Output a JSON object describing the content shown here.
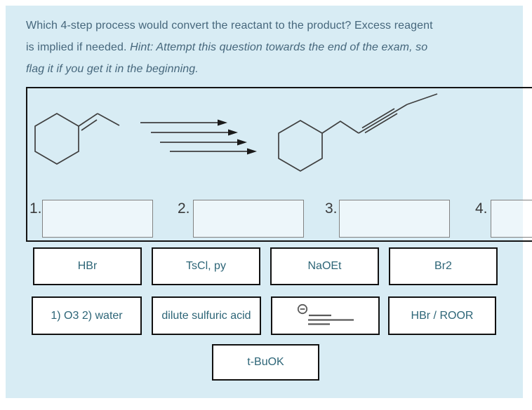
{
  "question": {
    "text_normal": "Which 4-step process would convert the reactant to the product? Excess reagent is implied if needed. ",
    "text_hint_italic": "Hint: Attempt this question towards the end of the exam, so flag it if you get it in the beginning."
  },
  "reaction_panel": {
    "reactant_structure": "ethylidenecyclohexane (cyclohexane ring with exocyclic C=CH-CH3)",
    "arrows": "4 staggered right-pointing reaction arrows",
    "product_structure": "cyclohexane ring with -CH2-CH2-C#C-CH3 chain (internal alkyne)"
  },
  "slots": [
    {
      "label": "1.",
      "value": ""
    },
    {
      "label": "2.",
      "value": ""
    },
    {
      "label": "3.",
      "value": ""
    },
    {
      "label": "4.",
      "value": ""
    }
  ],
  "options": [
    {
      "id": "hbr",
      "label": "HBr"
    },
    {
      "id": "tscl-py",
      "label": "TsCl, py"
    },
    {
      "id": "naoet",
      "label": "NaOEt"
    },
    {
      "id": "br2",
      "label": "Br2"
    },
    {
      "id": "o3-water",
      "label": "1) O3 2) water"
    },
    {
      "id": "dilute-sulfuric-acid",
      "label": "dilute sulfuric acid"
    },
    {
      "id": "propynide-anion",
      "label": "",
      "structure": "methyl acetylide anion: circled minus charge bonded to C#C-CH3 drawn as triple bond lines"
    },
    {
      "id": "hbr-roor",
      "label": "HBr / ROOR"
    },
    {
      "id": "t-buok",
      "label": "t-BuOK"
    }
  ],
  "colors": {
    "card_background": "#d8ecf4",
    "question_text": "#46677c",
    "option_text": "#2d6577",
    "slot_label_text": "#3a3a3a",
    "structure_stroke": "#3f3f3f",
    "panel_border": "#141414",
    "option_border": "#111111",
    "slot_border": "#828282"
  }
}
